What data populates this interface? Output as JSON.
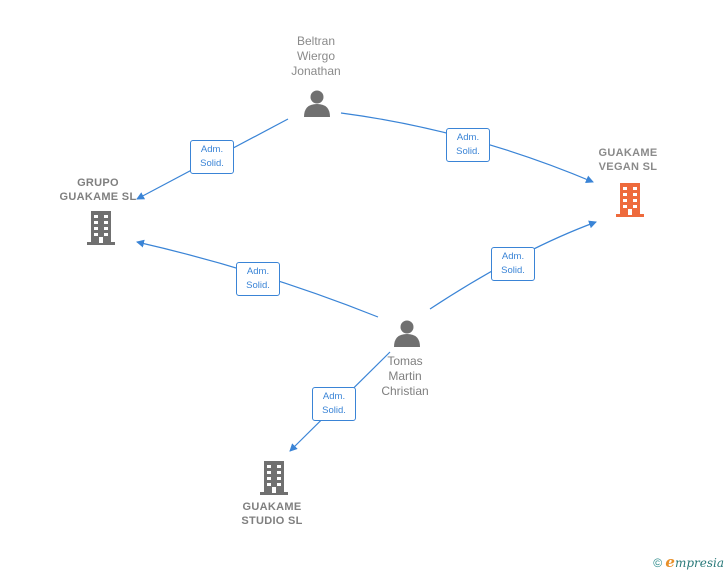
{
  "nodes": {
    "beltran": {
      "name": "Beltran\nWiergo\nJonathan",
      "icon": "person-icon"
    },
    "tomas": {
      "name": "Tomas\nMartin\nChristian",
      "icon": "person-icon"
    },
    "grupo": {
      "name": "GRUPO\nGUAKAME  SL",
      "icon": "building-icon"
    },
    "vegan": {
      "name": "GUAKAME\nVEGAN  SL",
      "icon": "building-icon",
      "color": "#ee6a3c"
    },
    "studio": {
      "name": "GUAKAME\nSTUDIO  SL",
      "icon": "building-icon"
    }
  },
  "edges": [
    {
      "from": "beltran",
      "to": "grupo",
      "label": "Adm.\nSolid."
    },
    {
      "from": "beltran",
      "to": "vegan",
      "label": "Adm.\nSolid."
    },
    {
      "from": "tomas",
      "to": "grupo",
      "label": "Adm.\nSolid."
    },
    {
      "from": "tomas",
      "to": "vegan",
      "label": "Adm.\nSolid."
    },
    {
      "from": "tomas",
      "to": "studio",
      "label": "Adm.\nSolid."
    }
  ],
  "colors": {
    "edge": "#3a84d6",
    "icon_gray": "#707070",
    "focus": "#ee6a3c"
  },
  "footer": {
    "copyright": "©",
    "brand_e": "e",
    "brand_rest": "mpresia"
  }
}
